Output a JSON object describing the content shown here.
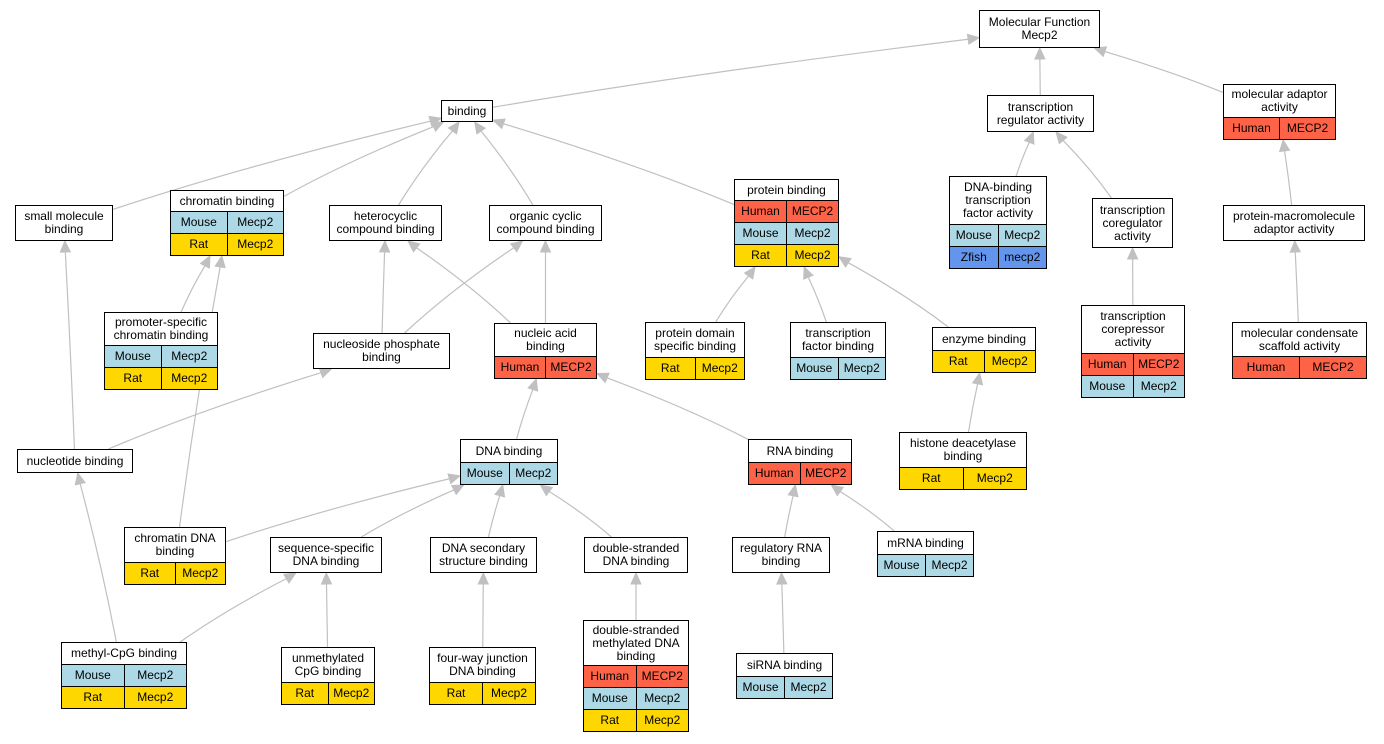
{
  "nodes": [
    {
      "id": "mf",
      "lines": [
        "Molecular Function",
        "Mecp2"
      ],
      "rows": []
    },
    {
      "id": "binding",
      "lines": [
        "binding"
      ],
      "rows": []
    },
    {
      "id": "tra",
      "lines": [
        "transcription",
        "regulator activity"
      ],
      "rows": []
    },
    {
      "id": "maa",
      "lines": [
        "molecular adaptor",
        "activity"
      ],
      "rows": [
        [
          "Human",
          "MECP2",
          "#ff6347"
        ]
      ]
    },
    {
      "id": "smb",
      "lines": [
        "small molecule",
        "binding"
      ],
      "rows": []
    },
    {
      "id": "chb",
      "lines": [
        "chromatin binding"
      ],
      "rows": [
        [
          "Mouse",
          "Mecp2",
          "#add8e6"
        ],
        [
          "Rat",
          "Mecp2",
          "#ffd700"
        ]
      ]
    },
    {
      "id": "hcb",
      "lines": [
        "heterocyclic",
        "compound binding"
      ],
      "rows": []
    },
    {
      "id": "ocb",
      "lines": [
        "organic cyclic",
        "compound binding"
      ],
      "rows": []
    },
    {
      "id": "pb",
      "lines": [
        "protein binding"
      ],
      "rows": [
        [
          "Human",
          "MECP2",
          "#ff6347"
        ],
        [
          "Mouse",
          "Mecp2",
          "#add8e6"
        ],
        [
          "Rat",
          "Mecp2",
          "#ffd700"
        ]
      ]
    },
    {
      "id": "dbtf",
      "lines": [
        "DNA-binding",
        "transcription",
        "factor activity"
      ],
      "rows": [
        [
          "Mouse",
          "Mecp2",
          "#add8e6"
        ],
        [
          "Zfish",
          "mecp2",
          "#6495ed"
        ]
      ]
    },
    {
      "id": "tcoreg",
      "lines": [
        "transcription",
        "coregulator",
        "activity"
      ],
      "rows": []
    },
    {
      "id": "pma",
      "lines": [
        "protein-macromolecule",
        "adaptor activity"
      ],
      "rows": []
    },
    {
      "id": "pscb",
      "lines": [
        "promoter-specific",
        "chromatin binding"
      ],
      "rows": [
        [
          "Mouse",
          "Mecp2",
          "#add8e6"
        ],
        [
          "Rat",
          "Mecp2",
          "#ffd700"
        ]
      ]
    },
    {
      "id": "npb",
      "lines": [
        "nucleoside phosphate",
        "binding"
      ],
      "rows": []
    },
    {
      "id": "nab",
      "lines": [
        "nucleic acid",
        "binding"
      ],
      "rows": [
        [
          "Human",
          "MECP2",
          "#ff6347"
        ]
      ]
    },
    {
      "id": "pdsb",
      "lines": [
        "protein domain",
        "specific binding"
      ],
      "rows": [
        [
          "Rat",
          "Mecp2",
          "#ffd700"
        ]
      ]
    },
    {
      "id": "tfb",
      "lines": [
        "transcription",
        "factor binding"
      ],
      "rows": [
        [
          "Mouse",
          "Mecp2",
          "#add8e6"
        ]
      ]
    },
    {
      "id": "enzb",
      "lines": [
        "enzyme binding"
      ],
      "rows": [
        [
          "Rat",
          "Mecp2",
          "#ffd700"
        ]
      ]
    },
    {
      "id": "tcorep",
      "lines": [
        "transcription",
        "corepressor",
        "activity"
      ],
      "rows": [
        [
          "Human",
          "MECP2",
          "#ff6347"
        ],
        [
          "Mouse",
          "Mecp2",
          "#add8e6"
        ]
      ]
    },
    {
      "id": "mcsa",
      "lines": [
        "molecular condensate",
        "scaffold activity"
      ],
      "rows": [
        [
          "Human",
          "MECP2",
          "#ff6347"
        ]
      ]
    },
    {
      "id": "ntb",
      "lines": [
        "nucleotide binding"
      ],
      "rows": []
    },
    {
      "id": "dnab",
      "lines": [
        "DNA binding"
      ],
      "rows": [
        [
          "Mouse",
          "Mecp2",
          "#add8e6"
        ]
      ]
    },
    {
      "id": "rnab",
      "lines": [
        "RNA binding"
      ],
      "rows": [
        [
          "Human",
          "MECP2",
          "#ff6347"
        ]
      ]
    },
    {
      "id": "hdb",
      "lines": [
        "histone deacetylase",
        "binding"
      ],
      "rows": [
        [
          "Rat",
          "Mecp2",
          "#ffd700"
        ]
      ]
    },
    {
      "id": "cdna",
      "lines": [
        "chromatin DNA",
        "binding"
      ],
      "rows": [
        [
          "Rat",
          "Mecp2",
          "#ffd700"
        ]
      ]
    },
    {
      "id": "ssdb",
      "lines": [
        "sequence-specific",
        "DNA binding"
      ],
      "rows": []
    },
    {
      "id": "dssb",
      "lines": [
        "DNA secondary",
        "structure binding"
      ],
      "rows": []
    },
    {
      "id": "dsdb",
      "lines": [
        "double-stranded",
        "DNA binding"
      ],
      "rows": []
    },
    {
      "id": "rrb",
      "lines": [
        "regulatory RNA",
        "binding"
      ],
      "rows": []
    },
    {
      "id": "mrnab",
      "lines": [
        "mRNA binding"
      ],
      "rows": [
        [
          "Mouse",
          "Mecp2",
          "#add8e6"
        ]
      ]
    },
    {
      "id": "mcpg",
      "lines": [
        "methyl-CpG binding"
      ],
      "rows": [
        [
          "Mouse",
          "Mecp2",
          "#add8e6"
        ],
        [
          "Rat",
          "Mecp2",
          "#ffd700"
        ]
      ]
    },
    {
      "id": "umcpg",
      "lines": [
        "unmethylated",
        "CpG binding"
      ],
      "rows": [
        [
          "Rat",
          "Mecp2",
          "#ffd700"
        ]
      ]
    },
    {
      "id": "fwj",
      "lines": [
        "four-way junction",
        "DNA binding"
      ],
      "rows": [
        [
          "Rat",
          "Mecp2",
          "#ffd700"
        ]
      ]
    },
    {
      "id": "dsmdb",
      "lines": [
        "double-stranded",
        "methylated DNA",
        "binding"
      ],
      "rows": [
        [
          "Human",
          "MECP2",
          "#ff6347"
        ],
        [
          "Mouse",
          "Mecp2",
          "#add8e6"
        ],
        [
          "Rat",
          "Mecp2",
          "#ffd700"
        ]
      ]
    },
    {
      "id": "sirnab",
      "lines": [
        "siRNA binding"
      ],
      "rows": [
        [
          "Mouse",
          "Mecp2",
          "#add8e6"
        ]
      ]
    }
  ],
  "edges": [
    [
      "binding",
      "mf"
    ],
    [
      "tra",
      "mf"
    ],
    [
      "maa",
      "mf"
    ],
    [
      "smb",
      "binding"
    ],
    [
      "chb",
      "binding"
    ],
    [
      "hcb",
      "binding"
    ],
    [
      "ocb",
      "binding"
    ],
    [
      "pb",
      "binding"
    ],
    [
      "dbtf",
      "tra"
    ],
    [
      "tcoreg",
      "tra"
    ],
    [
      "pma",
      "maa"
    ],
    [
      "pscb",
      "chb"
    ],
    [
      "cdna",
      "chb"
    ],
    [
      "npb",
      "hcb"
    ],
    [
      "nab",
      "hcb"
    ],
    [
      "npb",
      "ocb"
    ],
    [
      "nab",
      "ocb"
    ],
    [
      "pdsb",
      "pb"
    ],
    [
      "tfb",
      "pb"
    ],
    [
      "enzb",
      "pb"
    ],
    [
      "tcorep",
      "tcoreg"
    ],
    [
      "mcsa",
      "pma"
    ],
    [
      "ntb",
      "npb"
    ],
    [
      "ntb",
      "smb"
    ],
    [
      "dnab",
      "nab"
    ],
    [
      "rnab",
      "nab"
    ],
    [
      "hdb",
      "enzb"
    ],
    [
      "cdna",
      "dnab"
    ],
    [
      "ssdb",
      "dnab"
    ],
    [
      "dssb",
      "dnab"
    ],
    [
      "dsdb",
      "dnab"
    ],
    [
      "rrb",
      "rnab"
    ],
    [
      "mrnab",
      "rnab"
    ],
    [
      "mcpg",
      "ntb"
    ],
    [
      "mcpg",
      "ssdb"
    ],
    [
      "umcpg",
      "ssdb"
    ],
    [
      "fwj",
      "dssb"
    ],
    [
      "dsmdb",
      "dsdb"
    ],
    [
      "sirnab",
      "rrb"
    ]
  ],
  "colors": {
    "edge": "#c0c0c0",
    "human": "#ff6347",
    "mouse": "#add8e6",
    "rat": "#ffd700",
    "zfish": "#6495ed"
  }
}
